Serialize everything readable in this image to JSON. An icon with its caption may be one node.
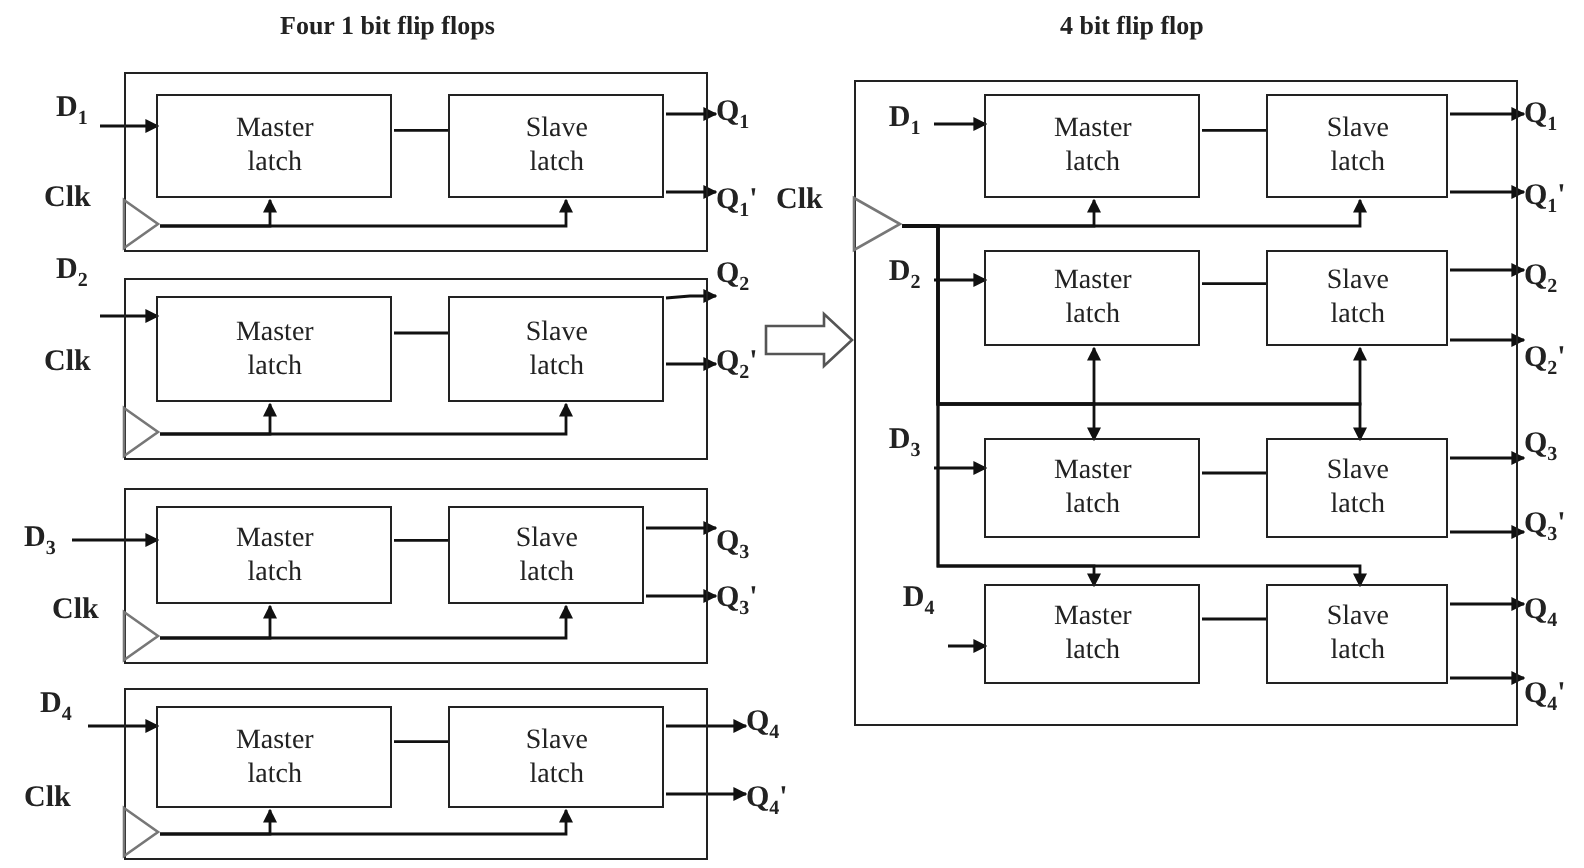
{
  "diagram": {
    "nodes": [
      {
        "text": [],
        "shape": "box"
      },
      {
        "text": [
          "D$_{1}$"
        ]
      },
      {
        "text": [],
        "shape": "triangle",
        "in": 0,
        "beside": [
          "Clk"
        ]
      },
      {
        "text": [
          "Master latch"
        ],
        "in": 0
      },
      {
        "text": [
          "Slave latch"
        ],
        "in": 0
      },
      {
        "text": [
          "Q$_{1}$"
        ]
      },
      {
        "text": [
          "Q$_{1}$'"
        ]
      },
      {
        "text": [],
        "shape": "box"
      },
      {
        "text": [
          "D$_{2}$"
        ]
      },
      {
        "text": [],
        "shape": "triangle",
        "in": 7,
        "beside": [
          "Clk"
        ]
      },
      {
        "text": [
          "Master latch"
        ],
        "in": 7
      },
      {
        "text": [
          "Slave latch"
        ],
        "in": 7
      },
      {
        "text": [
          "Q$_{2}$"
        ]
      },
      {
        "text": [
          "Q$_{2}$'"
        ]
      },
      {
        "text": [],
        "shape": "box"
      },
      {
        "text": [
          "D$_{3}$"
        ]
      },
      {
        "text": [],
        "shape": "triangle",
        "in": 14,
        "beside": [
          "Clk"
        ]
      },
      {
        "text": [
          "Master latch"
        ],
        "in": 14
      },
      {
        "text": [
          "Slave latch"
        ],
        "in": 14
      },
      {
        "text": [
          "Q$_{3}$"
        ]
      },
      {
        "text": [
          "Q$_{3}$'"
        ]
      },
      {
        "text": [],
        "shape": "box"
      },
      {
        "text": [
          "D$_{4}$"
        ]
      },
      {
        "text": [],
        "shape": "triangle",
        "in": 21,
        "beside": [
          "Clk"
        ]
      },
      {
        "text": [
          "Master latch"
        ],
        "in": 21
      },
      {
        "text": [
          "Slave latch"
        ],
        "in": 21
      },
      {
        "text": [
          "Q$_{4}$"
        ]
      },
      {
        "text": [
          "Q$_{4}$'"
        ]
      },
      {
        "text": [],
        "shape": "box"
      },
      {
        "text": [],
        "shape": "triangle",
        "in": 28,
        "beside": [
          "Clk"
        ]
      },
      {
        "text": [
          "D$_{1}$"
        ],
        "in": 28
      },
      {
        "text": [
          "Master latch"
        ],
        "in": 28
      },
      {
        "text": [
          "Slave latch"
        ],
        "in": 28
      },
      {
        "text": [
          "Q$_{1}$"
        ]
      },
      {
        "text": [
          "Q$_{1}$'"
        ]
      },
      {
        "text": [
          "D$_{2}$"
        ],
        "in": 28
      },
      {
        "text": [
          "Master latch"
        ],
        "in": 28
      },
      {
        "text": [
          "Slave latch"
        ],
        "in": 28
      },
      {
        "text": [
          "Q$_{2}$"
        ]
      },
      {
        "text": [
          "Q$_{2}$'"
        ]
      },
      {
        "text": [
          "D$_{3}$"
        ],
        "in": 28
      },
      {
        "text": [
          "Master latch"
        ],
        "in": 28
      },
      {
        "text": [
          "Slave latch"
        ],
        "in": 28
      },
      {
        "text": [
          "Q$_{3}$"
        ]
      },
      {
        "text": [
          "Q$_{3}$'"
        ]
      },
      {
        "text": [
          "D$_{4}$"
        ],
        "in": 28
      },
      {
        "text": [
          "Master latch"
        ],
        "in": 28
      },
      {
        "text": [
          "Slave latch"
        ],
        "in": 28
      },
      {
        "text": [
          "Q$_{4}$"
        ]
      },
      {
        "text": [
          "Q$_{4}$'"
        ]
      }
    ],
    "edges": [
      {
        "from": 1,
        "to": 3,
        "arrow": "to"
      },
      {
        "from": 3,
        "to": 4,
        "arrow": "none"
      },
      {
        "from": 4,
        "to": 5,
        "arrow": "to"
      },
      {
        "from": 4,
        "to": 6,
        "arrow": "to"
      },
      {
        "from": 2,
        "to": 3,
        "arrow": "to"
      },
      {
        "from": 2,
        "to": 4,
        "arrow": "to"
      },
      {
        "from": 8,
        "to": 10,
        "arrow": "to"
      },
      {
        "from": 10,
        "to": 11,
        "arrow": "none"
      },
      {
        "from": 11,
        "to": 12,
        "arrow": "to"
      },
      {
        "from": 11,
        "to": 13,
        "arrow": "to"
      },
      {
        "from": 9,
        "to": 10,
        "arrow": "to"
      },
      {
        "from": 9,
        "to": 11,
        "arrow": "to"
      },
      {
        "from": 15,
        "to": 17,
        "arrow": "to"
      },
      {
        "from": 17,
        "to": 18,
        "arrow": "none"
      },
      {
        "from": 18,
        "to": 19,
        "arrow": "to"
      },
      {
        "from": 18,
        "to": 20,
        "arrow": "to"
      },
      {
        "from": 16,
        "to": 17,
        "arrow": "to"
      },
      {
        "from": 16,
        "to": 18,
        "arrow": "to"
      },
      {
        "from": 22,
        "to": 24,
        "arrow": "to"
      },
      {
        "from": 24,
        "to": 25,
        "arrow": "none"
      },
      {
        "from": 25,
        "to": 26,
        "arrow": "to"
      },
      {
        "from": 25,
        "to": 27,
        "arrow": "to"
      },
      {
        "from": 23,
        "to": 24,
        "arrow": "to"
      },
      {
        "from": 23,
        "to": 25,
        "arrow": "to"
      },
      {
        "from": 30,
        "to": 31,
        "arrow": "to"
      },
      {
        "from": 31,
        "to": 32,
        "arrow": "none"
      },
      {
        "from": 32,
        "to": 33,
        "arrow": "to"
      },
      {
        "from": 32,
        "to": 34,
        "arrow": "to"
      },
      {
        "from": 35,
        "to": 36,
        "arrow": "to"
      },
      {
        "from": 36,
        "to": 37,
        "arrow": "none"
      },
      {
        "from": 37,
        "to": 38,
        "arrow": "to"
      },
      {
        "from": 37,
        "to": 39,
        "arrow": "to"
      },
      {
        "from": 40,
        "to": 41,
        "arrow": "to"
      },
      {
        "from": 41,
        "to": 42,
        "arrow": "none"
      },
      {
        "from": 42,
        "to": 43,
        "arrow": "to"
      },
      {
        "from": 42,
        "to": 44,
        "arrow": "to"
      },
      {
        "from": 45,
        "to": 46,
        "arrow": "to"
      },
      {
        "from": 46,
        "to": 47,
        "arrow": "none"
      },
      {
        "from": 47,
        "to": 48,
        "arrow": "to"
      },
      {
        "from": 47,
        "to": 49,
        "arrow": "to"
      },
      {
        "from": 29,
        "to": 31,
        "arrow": "to"
      },
      {
        "from": 29,
        "to": 32,
        "arrow": "to"
      },
      {
        "from": 29,
        "to": 36,
        "arrow": "to"
      },
      {
        "from": 29,
        "to": 41,
        "arrow": "to"
      },
      {
        "from": 29,
        "to": 37,
        "arrow": "to"
      },
      {
        "from": 29,
        "to": 42,
        "arrow": "to"
      },
      {
        "from": 29,
        "to": 46,
        "arrow": "to"
      },
      {
        "from": 29,
        "to": 47,
        "arrow": "to"
      },
      {
        "from": null,
        "to": 28,
        "arrow": "to",
        "style": "thick"
      }
    ],
    "labels": [
      "Four 1 bit flip flops",
      "4 bit flip flop"
    ]
  }
}
